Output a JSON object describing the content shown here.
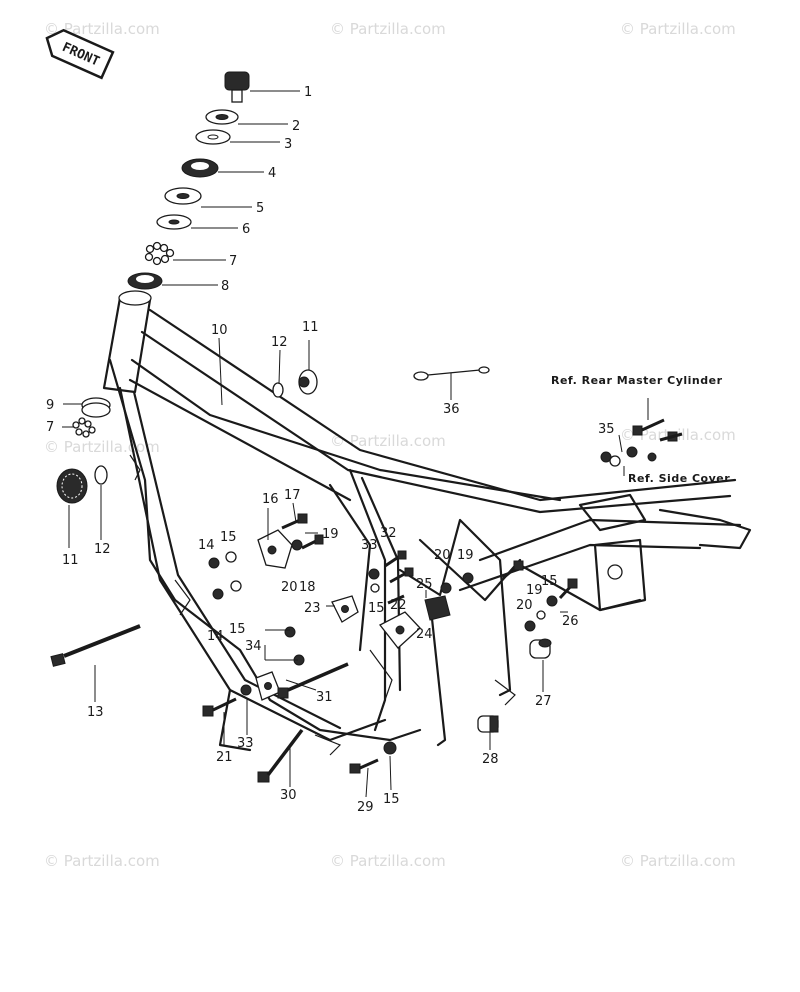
{
  "watermark": "© Partzilla.com",
  "front_label": "FRONT",
  "references": {
    "rear_master_cylinder": "Ref. Rear Master Cylinder",
    "side_cover": "Ref. Side Cover"
  },
  "callouts": {
    "c1": "1",
    "c2": "2",
    "c3": "3",
    "c4": "4",
    "c5": "5",
    "c6": "6",
    "c7a": "7",
    "c7b": "7",
    "c8": "8",
    "c9": "9",
    "c10": "10",
    "c11a": "11",
    "c11b": "11",
    "c12a": "12",
    "c12b": "12",
    "c13": "13",
    "c14a": "14",
    "c14b": "14",
    "c15a": "15",
    "c15b": "15",
    "c15c": "15",
    "c15d": "15",
    "c15e": "15",
    "c16": "16",
    "c17": "17",
    "c18": "18",
    "c19a": "19",
    "c19b": "19",
    "c19c": "19",
    "c20a": "20",
    "c20b": "20",
    "c20c": "20",
    "c21": "21",
    "c22": "22",
    "c23": "23",
    "c24": "24",
    "c25": "25",
    "c26": "26",
    "c27": "27",
    "c28": "28",
    "c29": "29",
    "c30": "30",
    "c31": "31",
    "c32": "32",
    "c33a": "33",
    "c33b": "33",
    "c34": "34",
    "c35": "35",
    "c36": "36"
  }
}
